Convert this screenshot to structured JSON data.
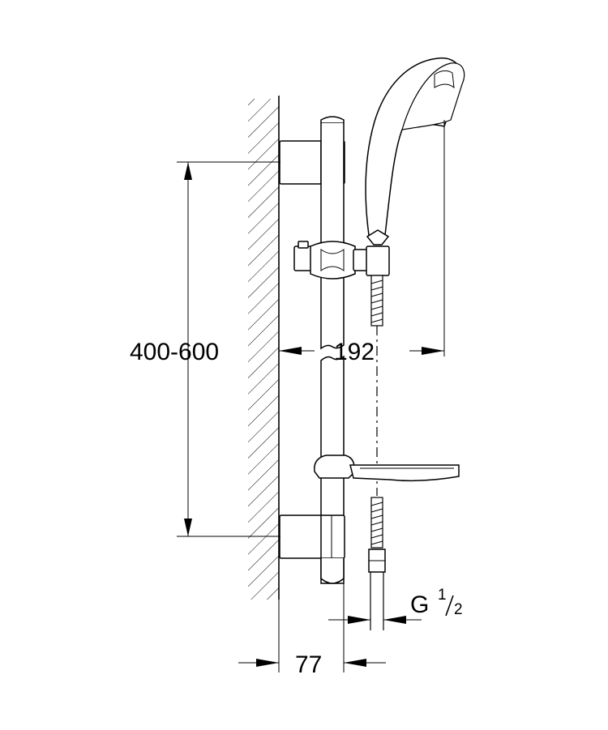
{
  "dimensions": {
    "height_range": "400-600",
    "reach": "192",
    "bar_projection": "77",
    "thread_prefix": "G",
    "thread_num": "1",
    "thread_den": "2"
  },
  "colors": {
    "line": "#000000",
    "background": "#ffffff"
  }
}
